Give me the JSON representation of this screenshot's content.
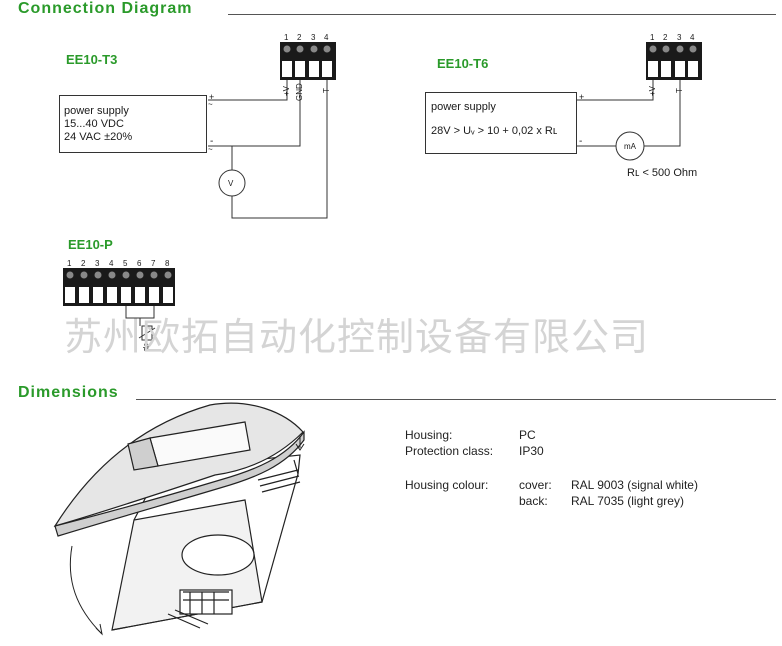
{
  "sections": {
    "connection_title": "Connection Diagram",
    "dimensions_title": "Dimensions"
  },
  "t3": {
    "model": "EE10-T3",
    "supply_line1": "power supply",
    "supply_line2": "15...40 VDC",
    "supply_line3": "24 VAC ±20%",
    "plus": "+",
    "minus": "-",
    "tilde1": "~",
    "tilde2": "~",
    "pins": [
      "1",
      "2",
      "3",
      "4"
    ],
    "pin_labels": [
      "+V",
      "GND",
      "T"
    ],
    "meter": "V"
  },
  "t6": {
    "model": "EE10-T6",
    "supply_line1": "power supply",
    "formula": "28V > Uᵥ > 10 + 0,02 x Rʟ",
    "plus": "+",
    "minus": "-",
    "pins": [
      "1",
      "2",
      "3",
      "4"
    ],
    "pin_labels": [
      "+V",
      "T"
    ],
    "meter": "mA",
    "load": "Rʟ < 500 Ohm"
  },
  "p": {
    "model": "EE10-P",
    "pins": [
      "1",
      "2",
      "3",
      "4",
      "5",
      "6",
      "7",
      "8"
    ],
    "sensor": "ϑ"
  },
  "watermark": "苏州欧拓自动化控制设备有限公司",
  "specs": {
    "housing_label": "Housing:",
    "housing_value": "PC",
    "protection_label": "Protection class:",
    "protection_value": "IP30",
    "colour_label": "Housing colour:",
    "cover_label": "cover:",
    "cover_value": "RAL 9003 (signal white)",
    "back_label": "back:",
    "back_value": "RAL 7035 (light grey)"
  }
}
